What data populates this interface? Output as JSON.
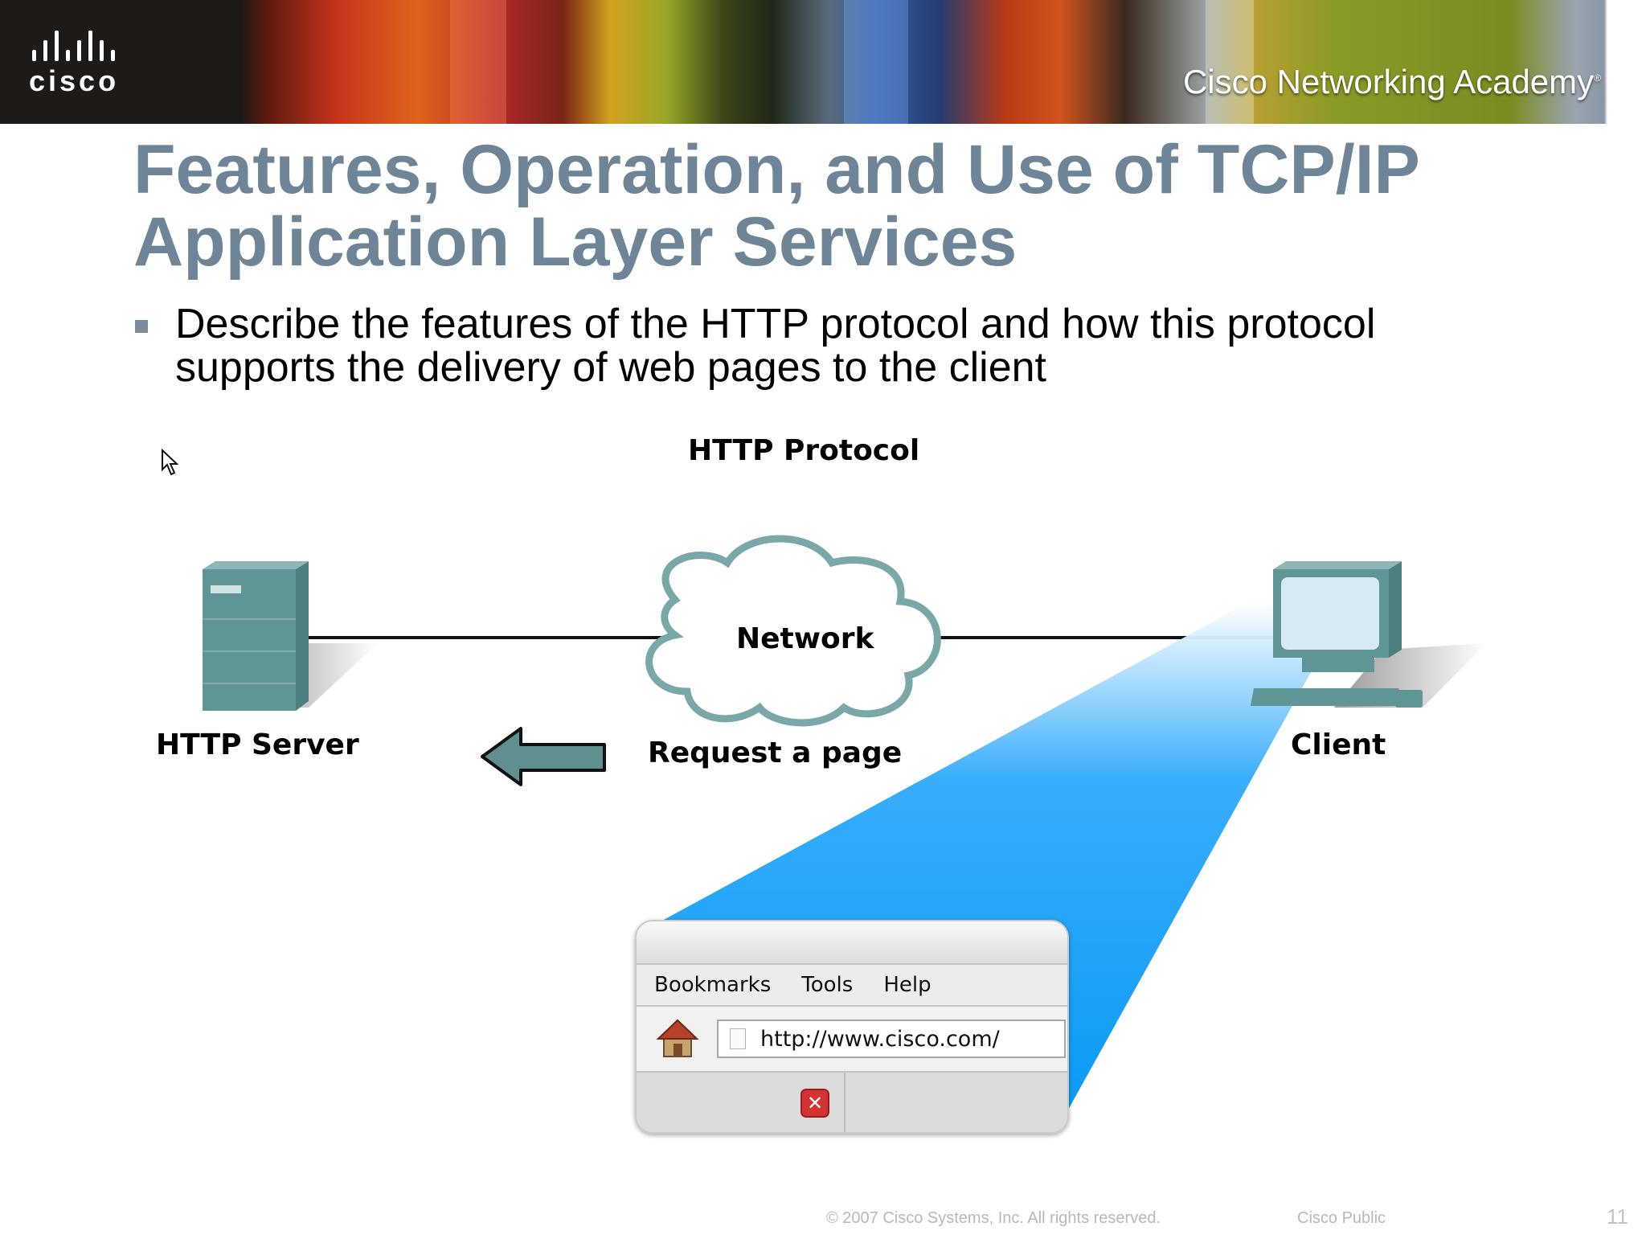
{
  "header": {
    "brand_logo": "cisco",
    "academy_label": "Cisco Networking Academy",
    "academy_mark": "®"
  },
  "slide": {
    "title_line1": "Features, Operation, and Use of TCP/IP",
    "title_line2": "Application Layer Services",
    "bullet_line1": "Describe the features of the HTTP protocol and how this protocol",
    "bullet_line2": "supports the delivery of web pages to the client"
  },
  "diagram": {
    "title": "HTTP Protocol",
    "server_label": "HTTP Server",
    "network_label": "Network",
    "request_label": "Request a page",
    "client_label": "Client",
    "arrow_color": "#5f8f8f",
    "device_color": "#5f9595",
    "beam_color": "#0a9bf5"
  },
  "browser": {
    "menu_items": [
      "Bookmarks",
      "Tools",
      "Help"
    ],
    "url": "http://www.cisco.com/",
    "home_icon": "home-icon",
    "stop_icon": "stop-icon",
    "stop_glyph": "✕"
  },
  "footer": {
    "copyright": "© 2007 Cisco Systems, Inc. All rights reserved.",
    "classification": "Cisco Public",
    "page_number": "11"
  }
}
